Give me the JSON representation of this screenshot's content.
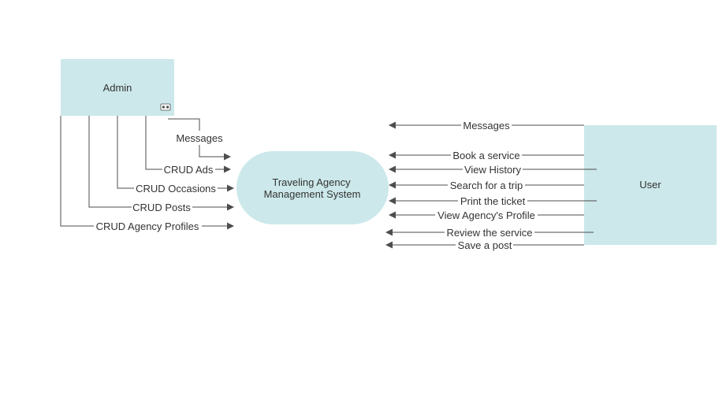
{
  "colors": {
    "node_fill": "#cce8ea",
    "edge": "#4d4d4d",
    "text": "#333333",
    "background": "#ffffff"
  },
  "nodes": {
    "admin": {
      "label": "Admin"
    },
    "system": {
      "label_line1": "Traveling Agency",
      "label_line2": "Management System"
    },
    "user": {
      "label": "User"
    }
  },
  "admin_icon": "link-icon",
  "admin_flows": [
    "Messages",
    "CRUD Ads",
    "CRUD Occasions",
    "CRUD Posts",
    "CRUD Agency Profiles"
  ],
  "user_flows": [
    "Messages",
    "Book a service",
    "View History",
    "Search for a trip",
    "Print the ticket",
    "View Agency's Profile",
    "Review the service",
    "Save a post"
  ]
}
